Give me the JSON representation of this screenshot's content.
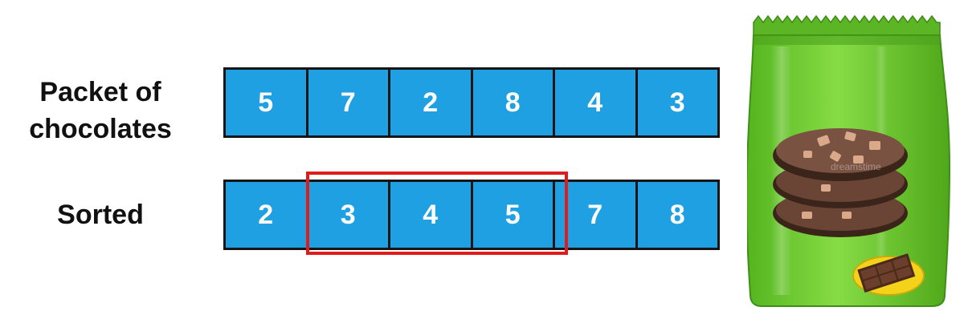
{
  "labels": {
    "packet_line1": "Packet of",
    "packet_line2": "chocolates",
    "sorted": "Sorted"
  },
  "packet": [
    "5",
    "7",
    "2",
    "8",
    "4",
    "3"
  ],
  "sorted": [
    "2",
    "3",
    "4",
    "5",
    "7",
    "8"
  ],
  "highlight": {
    "from_index": 1,
    "to_index": 3,
    "color": "#e01b1b"
  },
  "colors": {
    "cell_fill": "#1ea0e2",
    "cell_text": "#ffffff",
    "bag_green": "#7ad43a"
  },
  "illustration": {
    "name": "chocolate-cookie-packet"
  }
}
